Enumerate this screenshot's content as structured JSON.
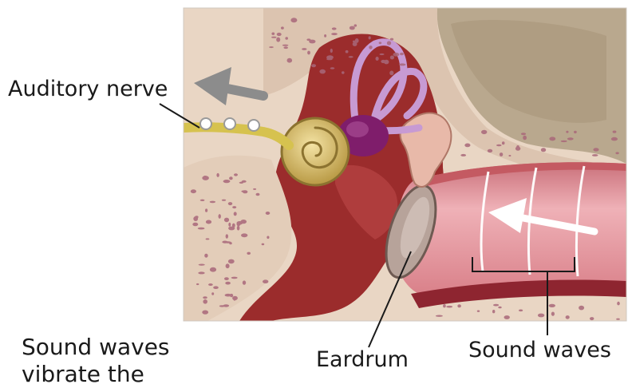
{
  "labels": {
    "auditory_nerve": "Auditory nerve",
    "eardrum": "Eardrum",
    "sound_waves": "Sound waves",
    "caption": "Sound waves\nvibrate the"
  },
  "colors": {
    "bone": "#e9d6c4",
    "bone_pore": "#a9687a",
    "muscle": "#9b2c2c",
    "ear_canal": "#e7a1a8",
    "cochlea": "#d8c274",
    "semicircular_canals": "#c79ad3",
    "vestibule": "#7f1d6b",
    "arrow": "#8c8c8c",
    "wave_arrow": "#ffffff"
  }
}
